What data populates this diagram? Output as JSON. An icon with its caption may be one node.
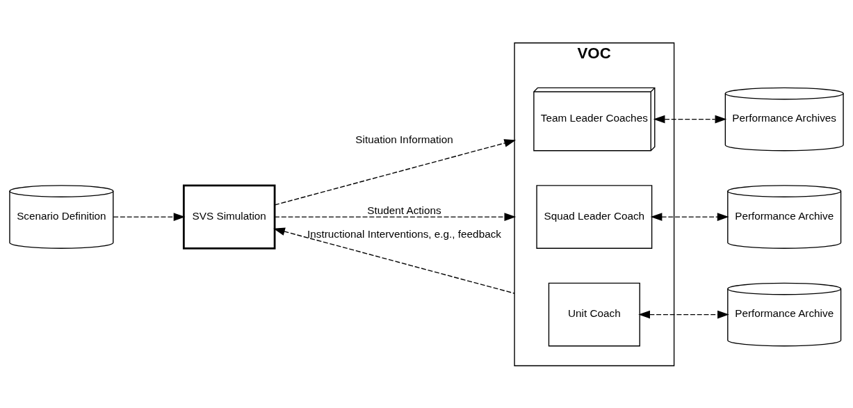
{
  "diagram": {
    "nodes": [
      {
        "text": [
          "VOC"
        ]
      },
      {
        "text": [
          "Team Leader Coaches"
        ],
        "in": 0
      },
      {
        "text": [
          "Squad Leader Coach"
        ],
        "in": 0
      },
      {
        "text": [
          "Unit Coach"
        ],
        "in": 0
      },
      {
        "text": [
          "Performance Archives"
        ]
      },
      {
        "text": [
          "Performance Archive"
        ]
      },
      {
        "text": [
          "Performance Archive"
        ]
      },
      {
        "text": [
          "SVS Simulation"
        ]
      },
      {
        "text": [
          "Scenario Definition"
        ]
      }
    ],
    "edges": [
      {
        "from": 8,
        "to": 7,
        "arrow": "to",
        "style": "dashed"
      },
      {
        "from": 7,
        "to": 0,
        "arrow": "to",
        "style": "dashed",
        "label": "Situation Information"
      },
      {
        "from": 7,
        "to": 0,
        "arrow": "to",
        "style": "dashed",
        "label": "Student Actions"
      },
      {
        "from": 0,
        "to": 7,
        "arrow": "to",
        "style": "dashed",
        "label": "Instructional Interventions, e.g., feedback"
      },
      {
        "from": 1,
        "to": 4,
        "arrow": "both",
        "style": "dashed"
      },
      {
        "from": 2,
        "to": 5,
        "arrow": "both",
        "style": "dashed"
      },
      {
        "from": 3,
        "to": 6,
        "arrow": "both",
        "style": "dashed"
      }
    ]
  }
}
